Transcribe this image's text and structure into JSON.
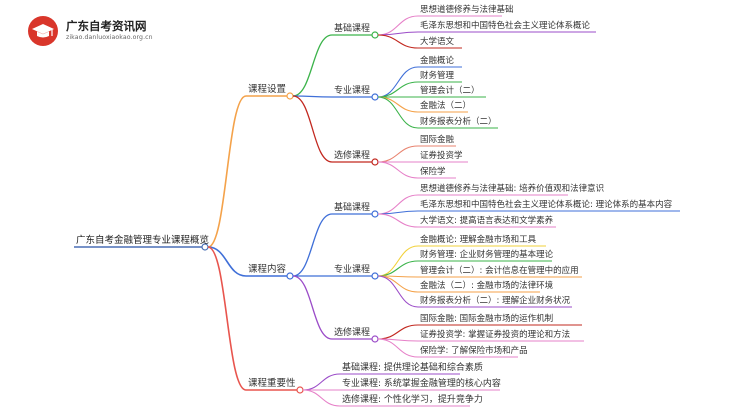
{
  "logo": {
    "title": "广东自考资讯网",
    "subtitle": "zikao.danluoxiaokao.org.cn",
    "icon": "graduation-cap-icon",
    "color": "#d9362b"
  },
  "colors": {
    "orange": "#f4a24a",
    "green": "#3bb34a",
    "red": "#e8554e",
    "blue": "#3f6fd8",
    "purple": "#9b4cc8",
    "pink": "#e680c8",
    "yellow": "#f2d13a",
    "darkred": "#c2281f",
    "salmon": "#e8836f",
    "root_line": "#4a6fb5"
  },
  "mindmap": {
    "root": "广东自考金融管理专业课程概览",
    "branches": [
      {
        "label": "课程设置",
        "groups": [
          {
            "label": "基础课程",
            "items": [
              "思想道德修养与法律基础",
              "毛泽东思想和中国特色社会主义理论体系概论",
              "大学语文"
            ]
          },
          {
            "label": "专业课程",
            "items": [
              "金融概论",
              "财务管理",
              "管理会计（二）",
              "金融法（二）",
              "财务报表分析（二）"
            ]
          },
          {
            "label": "选修课程",
            "items": [
              "国际金融",
              "证券投资学",
              "保险学"
            ]
          }
        ]
      },
      {
        "label": "课程内容",
        "groups": [
          {
            "label": "基础课程",
            "items": [
              "思想道德修养与法律基础: 培养价值观和法律意识",
              "毛泽东思想和中国特色社会主义理论体系概论: 理论体系的基本内容",
              "大学语文: 提高语言表达和文学素养"
            ]
          },
          {
            "label": "专业课程",
            "items": [
              "金融概论: 理解金融市场和工具",
              "财务管理: 企业财务管理的基本理论",
              "管理会计（二）: 会计信息在管理中的应用",
              "金融法（二）: 金融市场的法律环境",
              "财务报表分析（二）: 理解企业财务状况"
            ]
          },
          {
            "label": "选修课程",
            "items": [
              "国际金融: 国际金融市场的运作机制",
              "证券投资学: 掌握证券投资的理论和方法",
              "保险学: 了解保险市场和产品"
            ]
          }
        ]
      },
      {
        "label": "课程重要性",
        "items": [
          "基础课程: 提供理论基础和综合素质",
          "专业课程: 系统掌握金融管理的核心内容",
          "选修课程: 个性化学习，提升竞争力"
        ]
      }
    ]
  }
}
